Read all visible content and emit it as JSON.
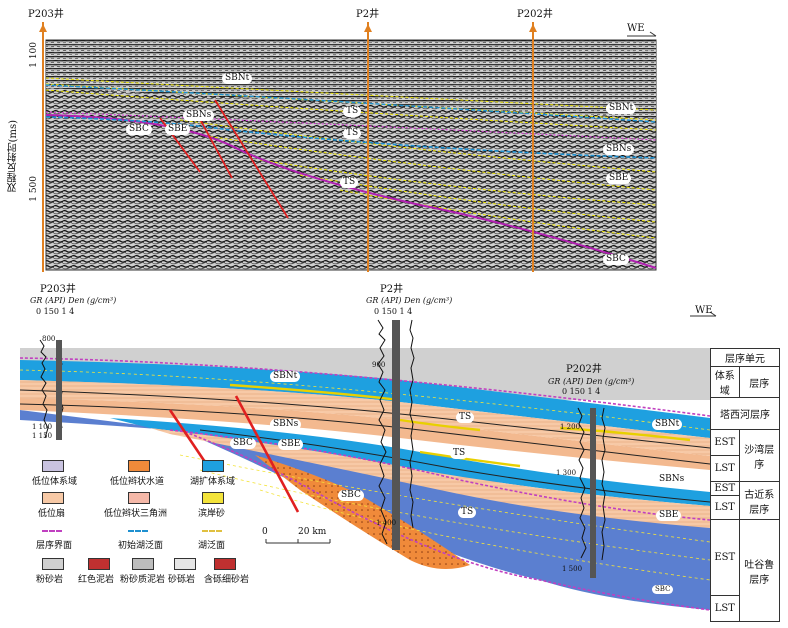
{
  "top_panel": {
    "wells": [
      "P203井",
      "P2井",
      "P202井"
    ],
    "direction": "WE",
    "y_axis_label": "双程反射时(ms)",
    "y_ticks": [
      "1 100",
      "1 500"
    ],
    "surface_labels": [
      "SBNt",
      "SBNs",
      "SBC",
      "SBE",
      "TS",
      "TS",
      "TS",
      "SBNt",
      "SBNs",
      "SBE",
      "SBC"
    ]
  },
  "bottom_panel": {
    "wells": [
      "P203井",
      "P2井",
      "P202井"
    ],
    "direction": "WE",
    "log_header": "GR (API) Den (g/cm³)",
    "log_scale": "0  150  1   4",
    "surface_labels": [
      "SBNt",
      "SBNs",
      "SBE",
      "TS",
      "TS",
      "SBC",
      "TS",
      "SBNt",
      "SBNs",
      "SBE",
      "SBC",
      "SBC"
    ],
    "depth_labels": [
      "800",
      "900",
      "1 100",
      "1 150",
      "1 200",
      "1 300",
      "1 400",
      "1 500"
    ],
    "scale_bar": {
      "start": "0",
      "end": "20 km"
    }
  },
  "sequence_table": {
    "header": "层序单元",
    "col1": "体系域",
    "col2": "层序",
    "rows": [
      {
        "label": "塔西河层序",
        "span": true
      },
      {
        "tract": "EST",
        "seq": "沙湾层序"
      },
      {
        "tract": "LST",
        "seq": ""
      },
      {
        "tract": "EST",
        "seq": "古近系层序"
      },
      {
        "tract": "LST",
        "seq": ""
      },
      {
        "tract": "EST",
        "seq": "吐谷鲁层序"
      },
      {
        "tract": "LST",
        "seq": ""
      }
    ]
  },
  "legend": [
    {
      "label": "低位体系域",
      "color": "#c9c3e0"
    },
    {
      "label": "低位辫状水道",
      "color": "#f08a3a"
    },
    {
      "label": "湖扩体系域",
      "color": "#1ea0e0"
    },
    {
      "label": "低位扇",
      "color": "#f7c9a6"
    },
    {
      "label": "低位辫状三角洲",
      "color": "#f5b8a8"
    },
    {
      "label": "滨岸砂",
      "color": "#f3e33a"
    },
    {
      "label": "层序界面",
      "color": "#c040c0"
    },
    {
      "label": "初始湖泛面",
      "color": "#1e90d0"
    },
    {
      "label": "湖泛面",
      "color": "#e0c040"
    },
    {
      "label": "粉砂岩",
      "color": "#909090"
    },
    {
      "label": "红色泥岩",
      "color": "#c03030"
    },
    {
      "label": "粉砂质泥岩",
      "color": "#808080"
    },
    {
      "label": "砂砾岩",
      "color": "#a0a0a0"
    },
    {
      "label": "含砾细砂岩",
      "color": "#c03030"
    }
  ]
}
